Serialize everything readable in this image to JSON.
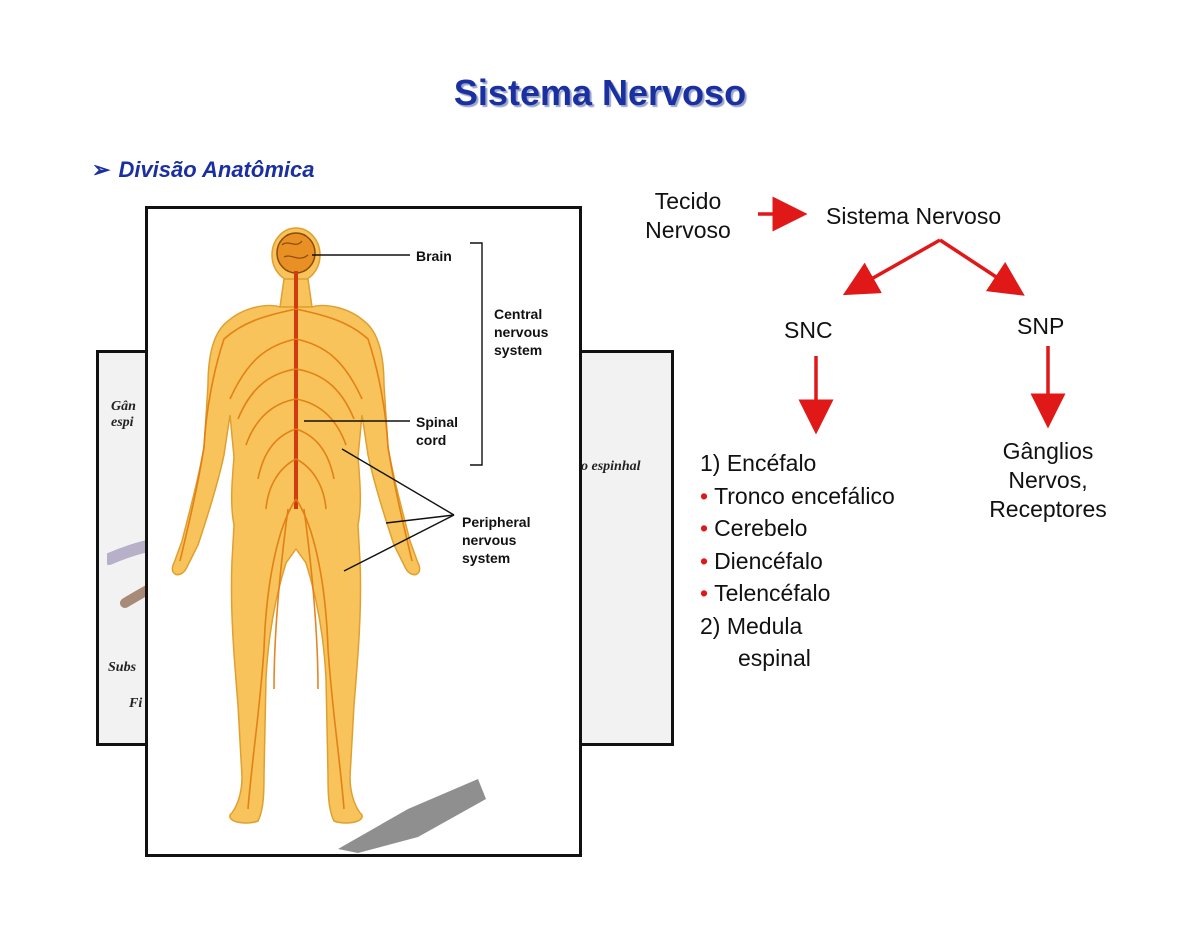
{
  "title": "Sistema Nervoso",
  "subtitle": "Divisão Anatômica",
  "flow": {
    "tecido": [
      "Tecido",
      "Nervoso"
    ],
    "sistema": "Sistema Nervoso",
    "snc": "SNC",
    "snp": "SNP",
    "snc_items": {
      "item1": "1) Encéfalo",
      "sub": [
        "Tronco encefálico",
        "Cerebelo",
        "Diencéfalo",
        "Telencéfalo"
      ],
      "item2a": "2) Medula",
      "item2b": "espinal"
    },
    "snp_items": [
      "Gânglios",
      "Nervos,",
      "Receptores"
    ]
  },
  "figure": {
    "front_labels": {
      "brain": "Brain",
      "central": [
        "Central",
        "nervous",
        "system"
      ],
      "spinal": [
        "Spinal",
        "cord"
      ],
      "peripheral": [
        "Peripheral",
        "nervous",
        "system"
      ]
    },
    "back_labels": {
      "top": [
        "Gân",
        "espi"
      ],
      "right": "o espinhal",
      "bottom1": "Subs",
      "bottom2": "Fi"
    }
  },
  "colors": {
    "title": "#1a2fa0",
    "arrow": "#e01818",
    "nerve": "#e8a020",
    "body": "#f7c35a"
  }
}
